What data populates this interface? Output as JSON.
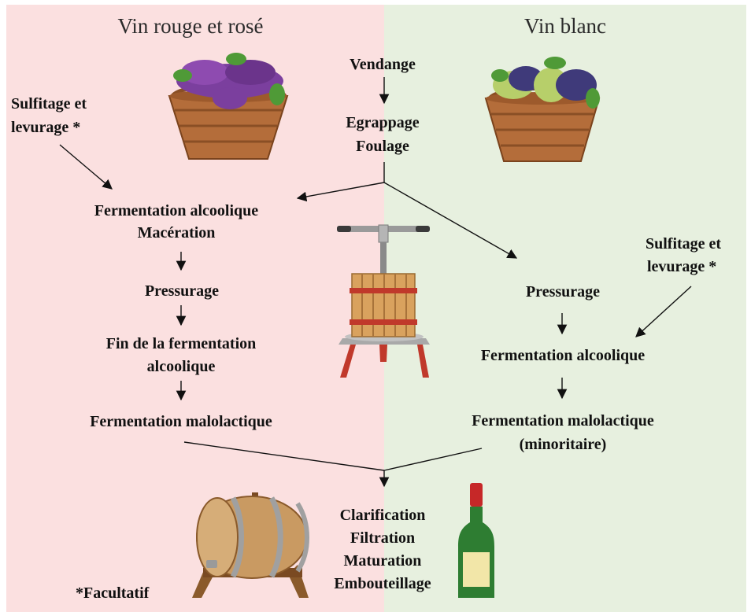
{
  "headers": {
    "left": "Vin rouge et rosé",
    "right": "Vin blanc"
  },
  "top": {
    "vendange": "Vendange",
    "egrappage_line1": "Egrappage",
    "egrappage_line2": "Foulage"
  },
  "red": {
    "sulfitage_line1": "Sulfitage et",
    "sulfitage_line2": "levurage *",
    "fermentation_line1": "Fermentation alcoolique",
    "fermentation_line2": "Macération",
    "pressurage": "Pressurage",
    "fin_line1": "Fin de la fermentation",
    "fin_line2": "alcoolique",
    "malolactique": "Fermentation malolactique"
  },
  "white": {
    "sulfitage_line1": "Sulfitage et",
    "sulfitage_line2": "levurage *",
    "pressurage": "Pressurage",
    "fermentation": "Fermentation alcoolique",
    "malolactique_line1": "Fermentation malolactique",
    "malolactique_line2": "(minoritaire)"
  },
  "final": {
    "line1": "Clarification",
    "line2": "Filtration",
    "line3": "Maturation",
    "line4": "Embouteillage"
  },
  "footnote": "*Facultatif",
  "colors": {
    "red_panel": "#fbe0e0",
    "white_panel": "#e7f0df",
    "basket": "#b46d3a",
    "red_grapes": "#7b3f9e",
    "white_grapes": "#b7cf6a",
    "leaf": "#4f9a37",
    "press_wood": "#d9a25e",
    "press_band": "#c0392b",
    "barrel_wood": "#c99a62",
    "bottle": "#2e7d32",
    "bottle_cap": "#c62828",
    "bottle_label": "#f2e6a8"
  },
  "icons": [
    "red-grape-basket-icon",
    "white-grape-basket-icon",
    "wine-press-icon",
    "wine-barrel-icon",
    "wine-bottle-icon"
  ]
}
